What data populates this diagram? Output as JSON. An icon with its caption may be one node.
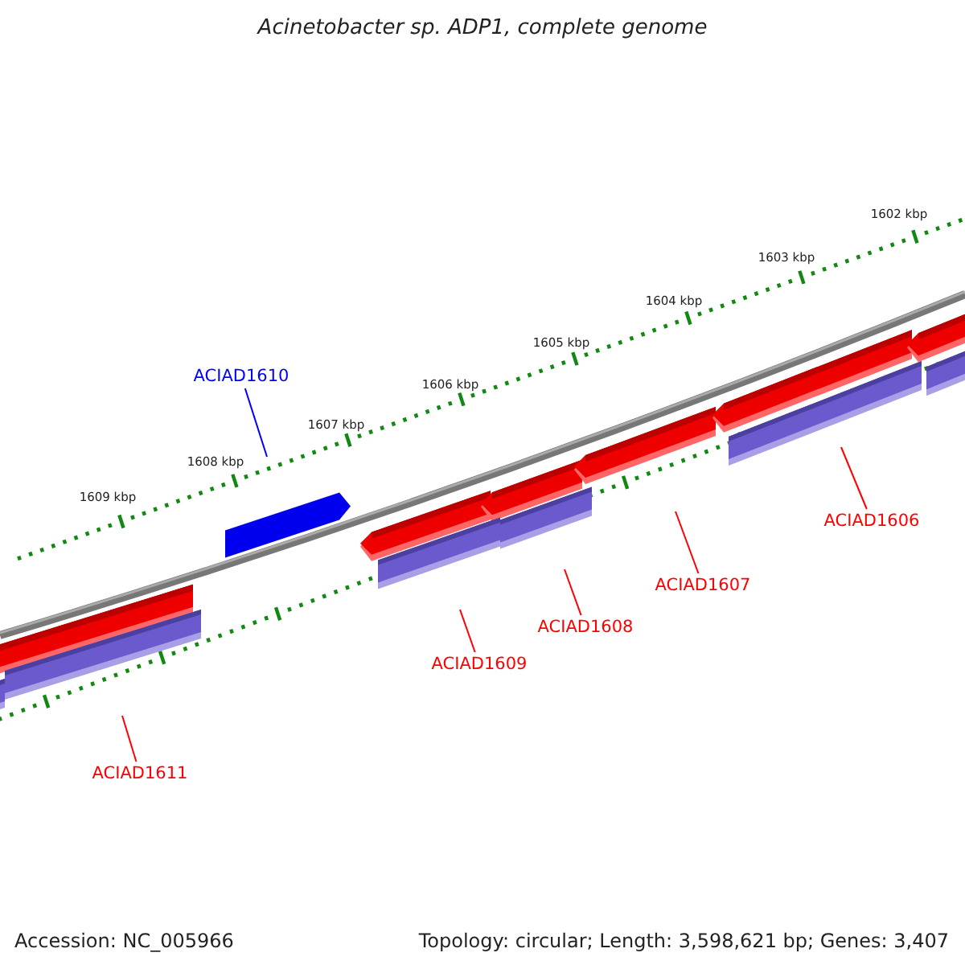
{
  "diagram": {
    "title": "Acinetobacter sp. ADP1, complete genome",
    "nodes": [
      {
        "text": [
          "ACIAD1610"
        ]
      },
      {
        "text": [
          "ACIAD1606"
        ]
      },
      {
        "text": [
          "ACIAD1607"
        ]
      },
      {
        "text": [
          "ACIAD1608"
        ]
      },
      {
        "text": [
          "ACIAD1609"
        ]
      },
      {
        "text": [
          "ACIAD1611"
        ]
      }
    ],
    "edges": [
      {
        "from": 0,
        "to": null,
        "arrow": "none",
        "color": "#0000ff"
      },
      {
        "from": 1,
        "to": null,
        "arrow": "none"
      },
      {
        "from": 2,
        "to": null,
        "arrow": "none"
      },
      {
        "from": 3,
        "to": null,
        "arrow": "none"
      },
      {
        "from": 4,
        "to": null,
        "arrow": "none"
      },
      {
        "from": 5,
        "to": null,
        "arrow": "none"
      }
    ],
    "labels": [
      "1602 kbp",
      "1603 kbp",
      "1604 kbp",
      "1605 kbp",
      "1606 kbp",
      "1607 kbp",
      "1608 kbp",
      "1609 kbp",
      "Accession: NC_005966",
      "Topology: circular; Length: 3,598,621 bp; Genes: 3,407"
    ]
  }
}
